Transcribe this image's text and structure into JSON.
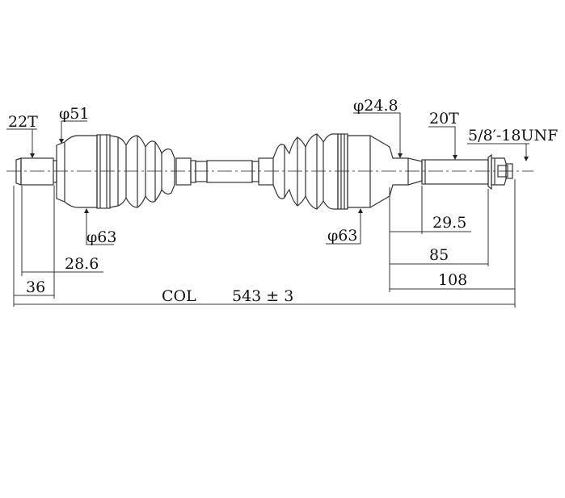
{
  "labels": {
    "inner_spline": "22T",
    "inner_flange_dia": "φ51",
    "inner_boot_dia": "φ63",
    "inner_length_28": "28.6",
    "inner_length_36": "36",
    "collar_dia": "φ24.8",
    "outer_spline": "20T",
    "thread": "5/8′-18UNF",
    "outer_boot_dia": "φ63",
    "outer_length_29": "29.5",
    "outer_length_85": "85",
    "outer_length_108": "108",
    "col": "COL",
    "overall_length": "543 ± 3"
  }
}
